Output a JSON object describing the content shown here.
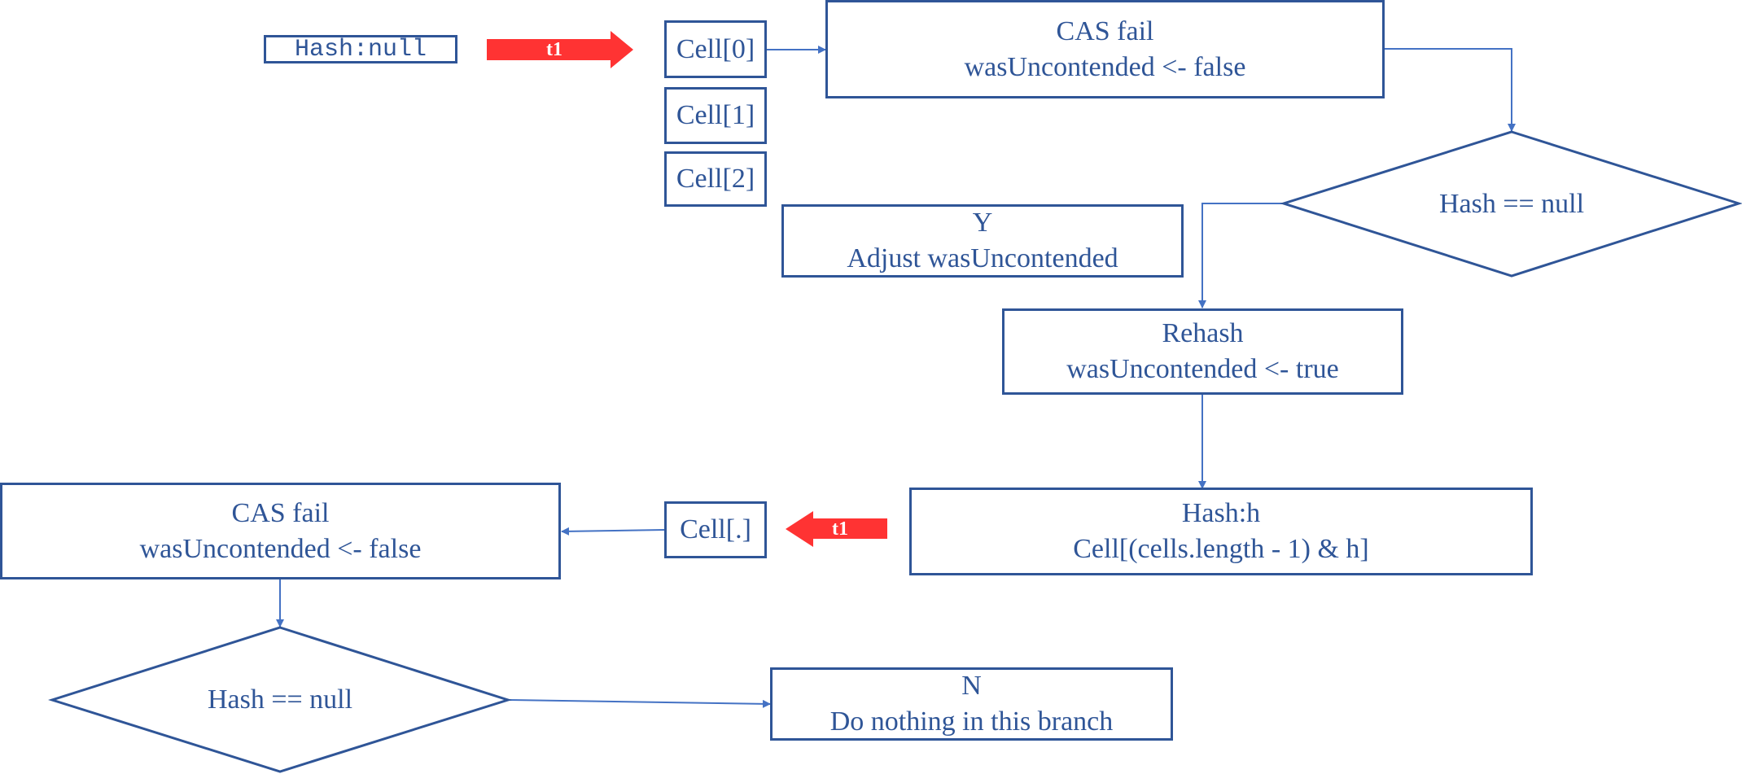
{
  "hash_null_label": "Hash:null",
  "thread_labels": {
    "top": "t1",
    "bottom": "t1"
  },
  "cells": {
    "c0": "Cell[0]",
    "c1": "Cell[1]",
    "c2": "Cell[2]",
    "cdot": "Cell[.]"
  },
  "cas_fail_top": {
    "line1": "CAS fail",
    "line2": "wasUncontended <- false"
  },
  "decision_top": "Hash == null",
  "yes_box": {
    "line1": "Y",
    "line2": "Adjust wasUncontended"
  },
  "rehash_box": {
    "line1": "Rehash",
    "line2": "wasUncontended <- true"
  },
  "hash_h_box": {
    "line1": "Hash:h",
    "line2": "Cell[(cells.length - 1) & h]"
  },
  "cas_fail_bottom": {
    "line1": "CAS fail",
    "line2": "wasUncontended <- false"
  },
  "decision_bottom": "Hash == null",
  "no_box": {
    "line1": "N",
    "line2": "Do nothing in this branch"
  },
  "colors": {
    "stroke": "#2F5597",
    "connector": "#4472C4",
    "thread_arrow": "#FF3333"
  }
}
